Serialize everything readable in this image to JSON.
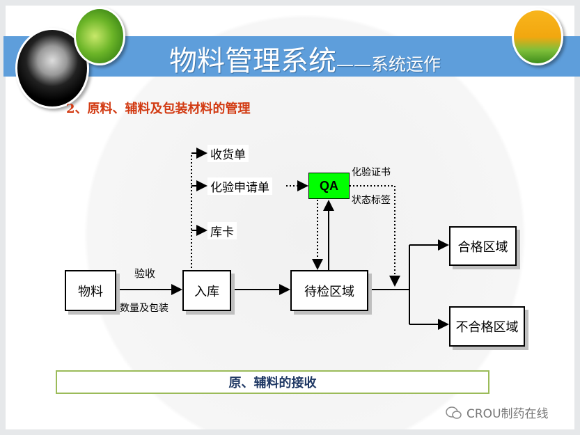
{
  "header": {
    "title": "物料管理系统",
    "title_suffix": "——系统运作"
  },
  "subtitle": "2、原料、辅料及包装材料的管理",
  "diagram": {
    "material": "物料",
    "warehouse_in": "入库",
    "quarantine_area": "待检区域",
    "qualified_area": "合格区域",
    "unqualified_area": "不合格区域",
    "qa": "QA",
    "receipt": "收货单",
    "test_request": "化验申请单",
    "stock_card": "库卡",
    "acceptance": "验收",
    "quantity_packaging": "数量及包装",
    "test_certificate": "化验证书",
    "status_label": "状态标签"
  },
  "footer": "原、辅料的接收",
  "watermark": "CROU制药在线",
  "colors": {
    "band": "#5e9edb",
    "subtitle": "#d23a12",
    "qa": "#00ff00",
    "footer_border": "#9bbb59"
  }
}
